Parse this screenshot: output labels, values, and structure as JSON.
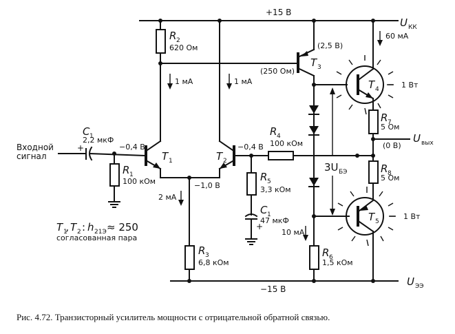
{
  "rails": {
    "positive": {
      "voltage": "+15 В",
      "name": "U",
      "name_sub": "КК"
    },
    "negative": {
      "voltage": "−15 В",
      "name": "U",
      "name_sub": "ЭЭ"
    }
  },
  "input": {
    "line1": "Входной",
    "line2": "сигнал"
  },
  "output": {
    "name": "U",
    "name_sub": "вых",
    "voltage": "(0 В)"
  },
  "components": {
    "C1_input": {
      "name": "C",
      "sub": "1",
      "value": "2,2 мкФ",
      "polarity": "+"
    },
    "R1": {
      "name": "R",
      "sub": "1",
      "value": "100 кОм"
    },
    "R2": {
      "name": "R",
      "sub": "2",
      "value": "620 Ом"
    },
    "R3": {
      "name": "R",
      "sub": "3",
      "value": "6,8 кОм"
    },
    "R4": {
      "name": "R",
      "sub": "4",
      "value": "100 кОм"
    },
    "R5": {
      "name": "R",
      "sub": "5",
      "value": "3,3 кОм"
    },
    "C1_feedback": {
      "name": "C",
      "sub": "1",
      "value": "47 мкФ",
      "polarity": "+"
    },
    "R6": {
      "name": "R",
      "sub": "6",
      "value": "1,5 кОм"
    },
    "R7": {
      "name": "R",
      "sub": "7",
      "value": "5 Ом"
    },
    "R8": {
      "name": "R",
      "sub": "8",
      "value": "5 Ом"
    },
    "T1": {
      "name": "T",
      "sub": "1"
    },
    "T2": {
      "name": "T",
      "sub": "2"
    },
    "T3": {
      "name": "T",
      "sub": "3"
    },
    "T4": {
      "name": "T",
      "sub": "4",
      "power": "1 Вт"
    },
    "T5": {
      "name": "T",
      "sub": "5",
      "power": "1 Вт"
    }
  },
  "annotations": {
    "t1_base_voltage": "−0,4 В",
    "t2_base_voltage": "−0,4 В",
    "emitter_voltage": "−1,0 В",
    "t1_collector_current": "1 мА",
    "t2_collector_current": "1 мА",
    "tail_current": "2 мА",
    "t3_emitter_voltage": "(2,5 В)",
    "t3_base_resistance": "(250 Ом)",
    "t4_current": "60 мА",
    "bias_current": "10 мА",
    "vbe_label": "3U",
    "vbe_sub": "БЭ"
  },
  "note": {
    "transistors": "T",
    "t1_sub": "1",
    "sep": ",",
    "t2_sub": "2",
    "colon": ":",
    "param": "h",
    "param_sub": "21Э",
    "value": "≈ 250",
    "line2": "согласованная пара"
  },
  "caption": "Рис. 4.72. Транзисторный усилитель мощности с отрицательной обратной связью."
}
